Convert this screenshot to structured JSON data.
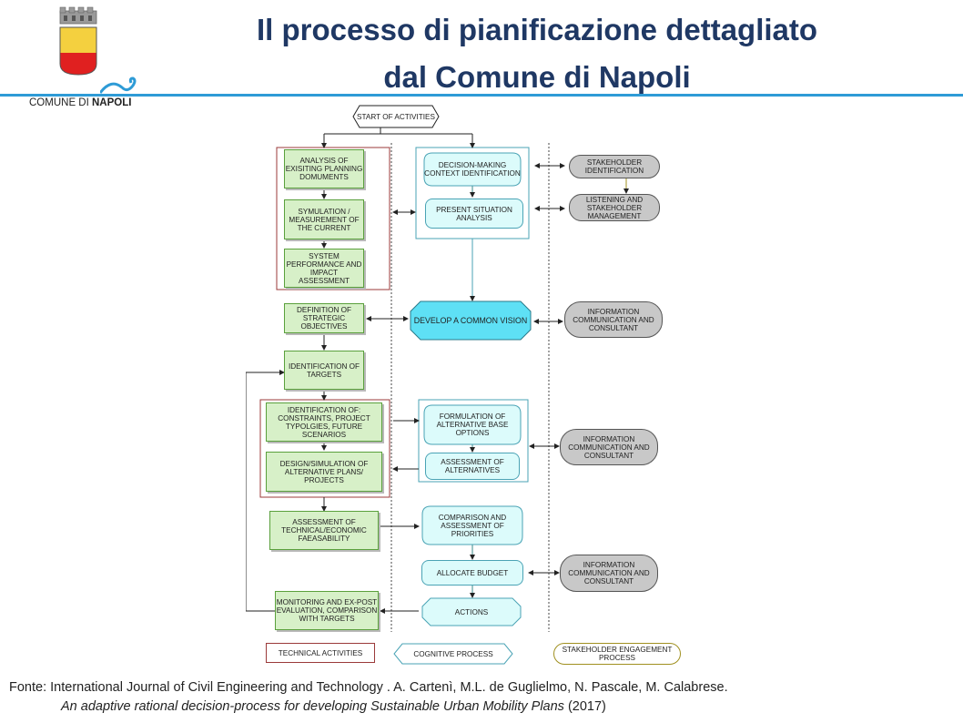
{
  "title": {
    "line1": "Il processo di pianificazione dettagliato",
    "line2": "dal Comune di Napoli"
  },
  "logo": {
    "text_prefix": "COMUNE DI ",
    "text_bold": "NAPOLI",
    "colors": {
      "top": "#f4d03f",
      "bottom": "#e02020",
      "wave": "#2e9bd6"
    }
  },
  "diagram": {
    "start": "START OF ACTIVITIES",
    "technical": {
      "analysis": "ANALYSIS OF EXISITING PLANNING DOMUMENTS",
      "symulation": "SYMULATION / MEASUREMENT OF THE CURRENT",
      "system_performance": "SYSTEM PERFORMANCE AND IMPACT ASSESSMENT",
      "strategic_objectives": "DEFINITION OF STRATEGIC OBJECTIVES",
      "targets": "IDENTIFICATION OF TARGETS",
      "constraints": "IDENTIFICATION OF: CONSTRAINTS, PROJECT TYPOLGIES, FUTURE SCENARIOS",
      "design": "DESIGN/SIMULATION OF ALTERNATIVE PLANS/ PROJECTS",
      "feasability": "ASSESSMENT OF TECHNICAL/ECONOMIC FAEASABILITY",
      "monitoring": "MONITORING AND EX-POST EVALUATION, COMPARISON WITH TARGETS"
    },
    "cognitive": {
      "decision_context": "DECISION-MAKING CONTEXT IDENTIFICATION",
      "present_situation": "PRESENT SITUATION ANALYSIS",
      "common_vision": "DEVELOP A COMMON VISION",
      "formulation": "FORMULATION OF ALTERNATIVE BASE OPTIONS",
      "assessment_alternatives": "ASSESSMENT OF ALTERNATIVES",
      "comparison": "COMPARISON AND ASSESSMENT OF PRIORITIES",
      "budget": "ALLOCATE BUDGET",
      "actions": "ACTIONS"
    },
    "stakeholder": {
      "identification": "STAKEHOLDER IDENTIFICATION",
      "listening": "LISTENING AND STAKEHOLDER MANAGEMENT",
      "info1": "INFORMATION COMMUNICATION AND CONSULTANT",
      "info2": "INFORMATION COMMUNICATION AND CONSULTANT",
      "info3": "INFORMATION COMMUNICATION AND CONSULTANT"
    },
    "legend": {
      "technical": "TECHNICAL ACTIVITIES",
      "cognitive": "COGNITIVE PROCESS",
      "stakeholder": "STAKEHOLDER ENGAGEMENT PROCESS"
    },
    "colors": {
      "green_fill": "#d7f0c8",
      "green_border": "#5aa03c",
      "cyan_fill": "#dcfbfb",
      "cyan_border": "#4aa3b5",
      "gray_fill": "#c8c8c8",
      "red_border": "#9b3a3a",
      "common_vision_fill": "#5ee0f5"
    }
  },
  "footer": {
    "line1": "Fonte:  International Journal of Civil Engineering and Technology . A. Cartenì, M.L. de Guglielmo, N. Pascale, M. Calabrese.",
    "line2": "An adaptive rational decision-process for developing Sustainable Urban Mobility Plans",
    "line2_year": " (2017)"
  }
}
